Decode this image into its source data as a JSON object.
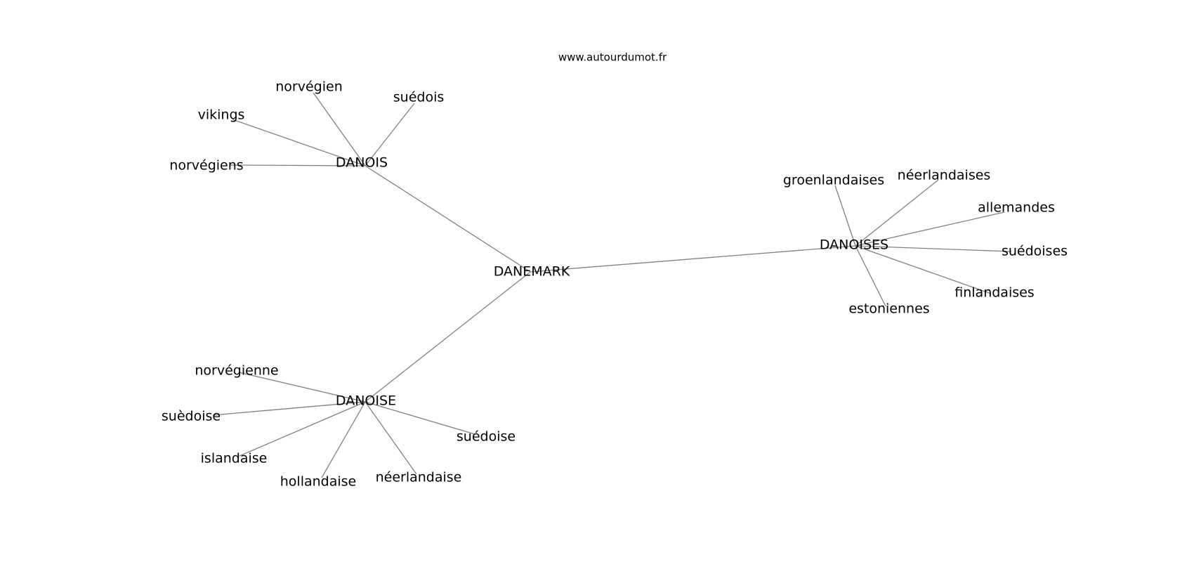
{
  "site": {
    "watermark": "www.autourdumot.fr"
  },
  "graph": {
    "center": "DANEMARK",
    "hubs": [
      {
        "id": "danois",
        "label": "DANOIS",
        "leaves": [
          "norvégien",
          "suédois",
          "vikings",
          "norvégiens"
        ]
      },
      {
        "id": "danoises",
        "label": "DANOISES",
        "leaves": [
          "groenlandaises",
          "néerlandaises",
          "allemandes",
          "suédoises",
          "finlandaises",
          "estoniennes"
        ]
      },
      {
        "id": "danoise",
        "label": "DANOISE",
        "leaves": [
          "norvégienne",
          "suèdoise",
          "islandaise",
          "hollandaise",
          "néerlandaise",
          "suédoise"
        ]
      }
    ],
    "edge_color": "#808080",
    "text_color": "#000000"
  }
}
